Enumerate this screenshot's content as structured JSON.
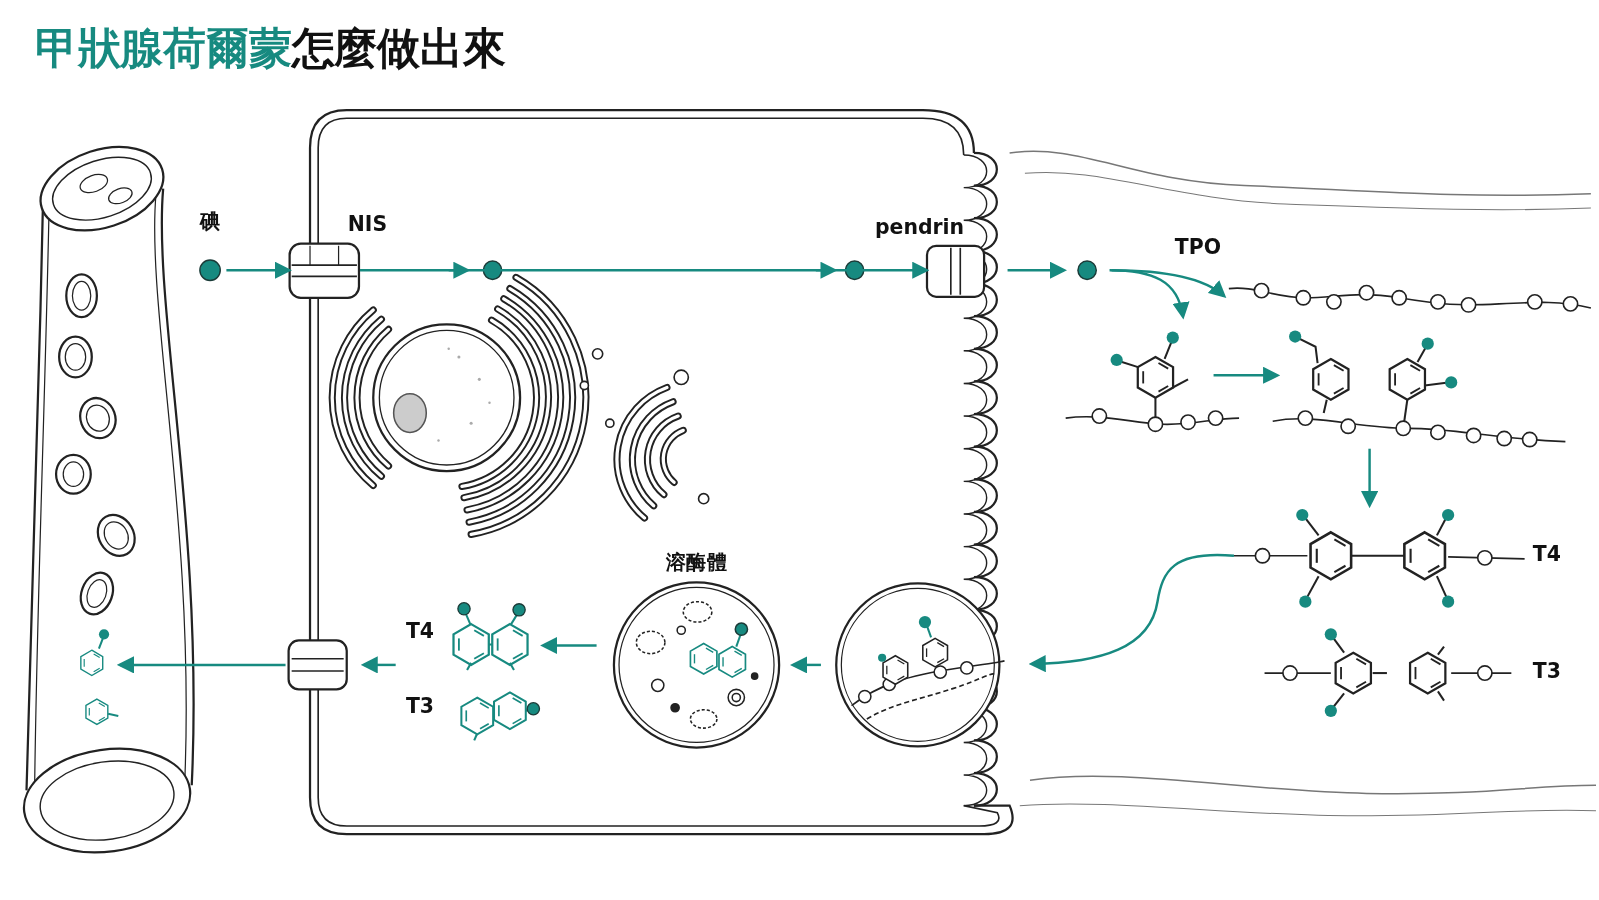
{
  "diagram": {
    "title": "甲狀腺荷爾蒙怎麼做出來",
    "nodes": [
      {
        "text": [
          "碘"
        ]
      },
      {
        "text": [
          "NIS"
        ]
      },
      {
        "text": [
          "pendrin"
        ]
      },
      {
        "text": [
          "溶酶體"
        ]
      }
    ],
    "edges": [
      {
        "from": 0,
        "to": 1,
        "arrow": "to"
      },
      {
        "from": 1,
        "to": 2,
        "arrow": "to"
      }
    ],
    "labels": [
      "TPO",
      "T4",
      "T3",
      "T4",
      "T3"
    ]
  }
}
